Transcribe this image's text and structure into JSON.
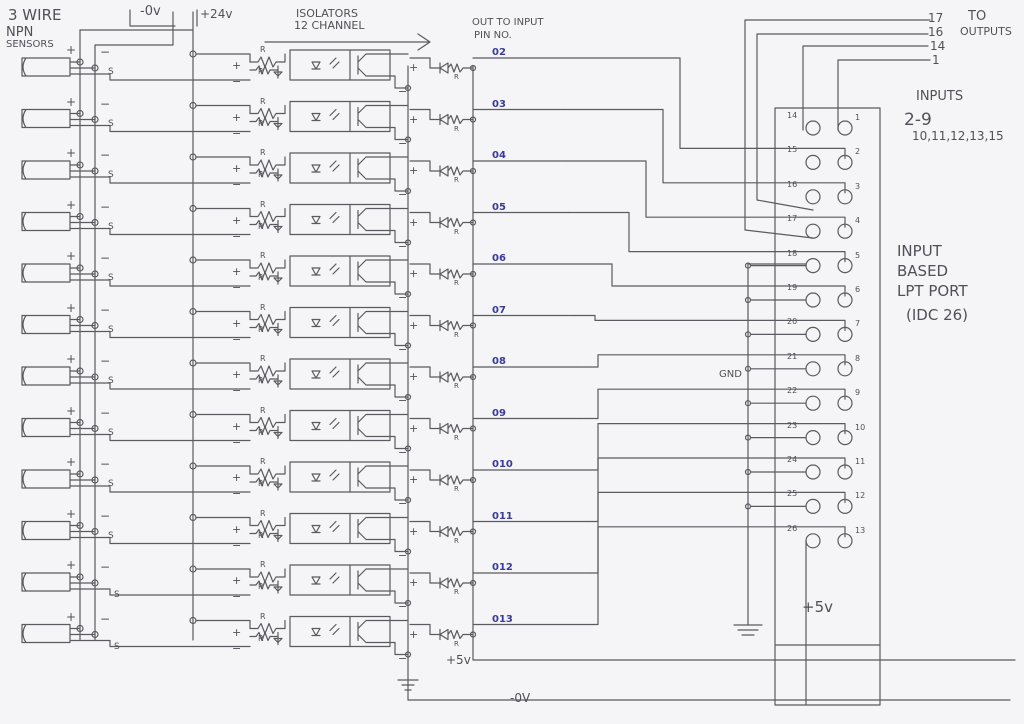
{
  "title": {
    "sensors": [
      "3 WIRE",
      "NPN",
      "SENSORS"
    ],
    "neg_rail": "-0v",
    "pos_rail": "+24v",
    "isolators": [
      "ISOLATORS",
      "12 CHANNEL"
    ],
    "out_to_input": [
      "OUT TO INPUT",
      "PIN NO."
    ]
  },
  "channels": [
    {
      "label": "02"
    },
    {
      "label": "03"
    },
    {
      "label": "04"
    },
    {
      "label": "05"
    },
    {
      "label": "06"
    },
    {
      "label": "07"
    },
    {
      "label": "08"
    },
    {
      "label": "09"
    },
    {
      "label": "010"
    },
    {
      "label": "011"
    },
    {
      "label": "012"
    },
    {
      "label": "013"
    }
  ],
  "symbols": {
    "plus": "+",
    "minus": "−",
    "signal": "S",
    "resistor": "R"
  },
  "outputs": {
    "pins": [
      "17",
      "16",
      "14",
      "1"
    ],
    "label": [
      "TO",
      "OUTPUTS"
    ]
  },
  "inputs_note": {
    "title": "INPUTS",
    "range": "2-9",
    "extra": "10,11,12,13,15"
  },
  "connector": {
    "title": [
      "INPUT",
      "BASED",
      "LPT PORT",
      "(IDC 26)"
    ],
    "left_pins": [
      "14",
      "15",
      "16",
      "17",
      "18",
      "19",
      "20",
      "21",
      "22",
      "23",
      "24",
      "25",
      "26"
    ],
    "right_pins": [
      "1",
      "2",
      "3",
      "4",
      "5",
      "6",
      "7",
      "8",
      "9",
      "10",
      "11",
      "12",
      "13"
    ],
    "gnd_label": "GND",
    "vcc_label": "+5v"
  },
  "bottom": {
    "v5_label": "+5v",
    "zero_label": "-0V"
  }
}
